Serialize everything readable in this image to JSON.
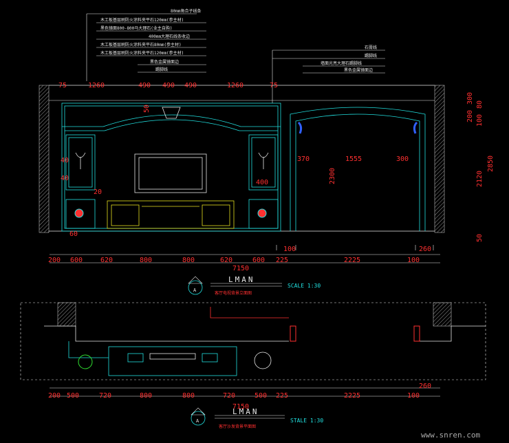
{
  "notes": {
    "lines": [
      "80mm角合子线条",
      "木工板基层刷防火涂料夹平石120mm(参主材)",
      "黑色镜面800-800马大理石(业主自购)",
      "400mm大理石线条收边",
      "木工板基层刷防火涂料夹平石80mm(参主材)",
      "木工板基层刷防火涂料夹平石120mm(参主材)",
      "黑色金属镜面边",
      "踢脚线"
    ],
    "right_lines": [
      "石膏线",
      "踢脚线",
      "墙面光亮大理石踢脚线",
      "黑色金属镜面边"
    ]
  },
  "elevation": {
    "top_dims": [
      "75",
      "1260",
      "490",
      "490",
      "490",
      "1260",
      "75"
    ],
    "right_dims_a": [
      "300",
      "200",
      "80",
      "100"
    ],
    "right_dims_b": [
      "2120",
      "2850"
    ],
    "inner_dims": [
      "370",
      "1555",
      "300",
      "2300",
      "400",
      "40",
      "40",
      "20",
      "50"
    ],
    "bottom_dims": [
      "200",
      "600",
      "620",
      "800",
      "800",
      "620",
      "600",
      "225",
      "2225",
      "100"
    ],
    "small_dims": [
      "100",
      "260",
      "60",
      "50"
    ],
    "total": "7150",
    "title_tag": "LMAN",
    "scale": "SCALE 1:30",
    "caption": "客厅电视背景立面图",
    "symbol": "A"
  },
  "plan": {
    "bottom_dims": [
      "200",
      "500",
      "720",
      "800",
      "800",
      "720",
      "500",
      "225",
      "2225",
      "100"
    ],
    "small_dims": [
      "260"
    ],
    "total": "7150",
    "title_tag": "LMAN",
    "scale": "STALE 1:30",
    "caption": "客厅沙发背景平面图",
    "symbol": "A"
  },
  "watermark": "www.snren.com",
  "colors": {
    "bg": "#000000",
    "cyan": "#21e0e0",
    "red": "#ff3030",
    "yellow": "#e8e020",
    "white": "#e8e8e8",
    "grey": "#9a9a9a"
  }
}
